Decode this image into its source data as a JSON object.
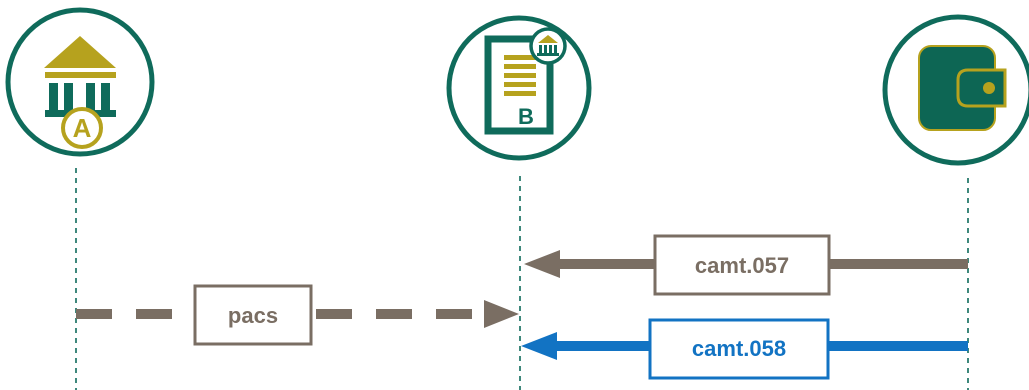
{
  "colors": {
    "participant_ring": "#0f6b5b",
    "bank_icon": "#b6a21e",
    "document_body": "#0f6b5b",
    "wallet_body": "#0d6654",
    "wallet_clasp": "#b6a21e",
    "lifeline": "#0f6b5b",
    "message_gray": "#7a6e63",
    "message_blue": "#1273c3"
  },
  "participants": [
    {
      "id": "bank-a",
      "icon": "bank-icon",
      "badge": "A"
    },
    {
      "id": "bank-b-document",
      "icon": "document-bank-icon",
      "badge": "B"
    },
    {
      "id": "wallet",
      "icon": "wallet-icon",
      "badge": ""
    }
  ],
  "messages": [
    {
      "label": "camt.057",
      "from": "wallet",
      "to": "bank-b-document",
      "style": "solid",
      "color": "gray"
    },
    {
      "label": "pacs",
      "from": "bank-a",
      "to": "bank-b-document",
      "style": "dashed",
      "color": "gray"
    },
    {
      "label": "camt.058",
      "from": "wallet",
      "to": "bank-b-document",
      "style": "solid",
      "color": "blue"
    }
  ]
}
